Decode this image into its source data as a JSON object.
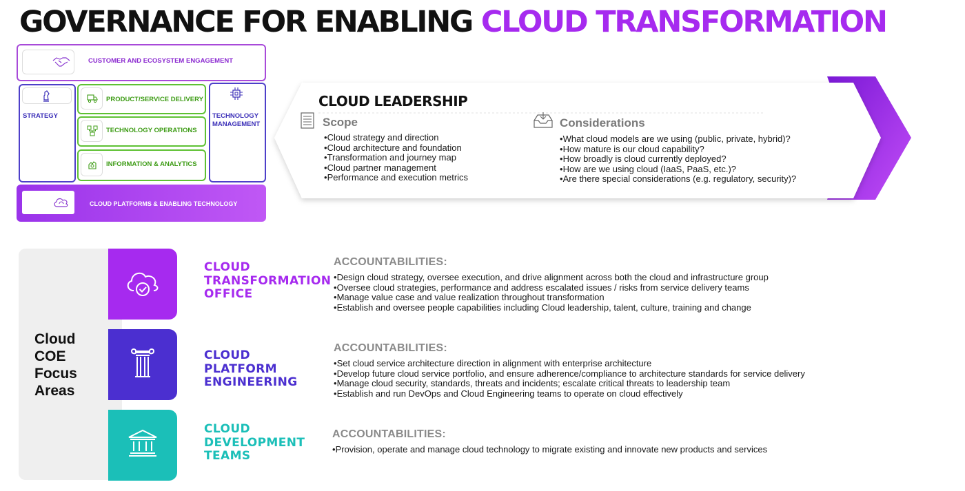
{
  "title": {
    "part1": "GOVERNANCE FOR ENABLING",
    "part2": "CLOUD TRANSFORMATION"
  },
  "framework": {
    "customer": "CUSTOMER AND ECOSYSTEM ENGAGEMENT",
    "strategy": "STRATEGY",
    "product": "PRODUCT/SERVICE DELIVERY",
    "techops": "TECHNOLOGY OPERATIONS",
    "info": "INFORMATION & ANALYTICS",
    "techmgmt_line1": "TECHNOLOGY",
    "techmgmt_line2": "MANAGEMENT",
    "platforms": "CLOUD PLATFORMS & ENABLING TECHNOLOGY"
  },
  "leadership": {
    "title": "CLOUD LEADERSHIP",
    "scope_head": "Scope",
    "scope": [
      "Cloud strategy and direction",
      "Cloud architecture and foundation",
      "Transformation and journey map",
      "Cloud partner management",
      "Performance and execution metrics"
    ],
    "considerations_head": "Considerations",
    "considerations": [
      "What cloud models are we using (public, private, hybrid)?",
      "How mature is our cloud capability?",
      "How broadly is cloud currently deployed?",
      "How are we using cloud (IaaS, PaaS, etc.)?",
      "Are there special considerations (e.g. regulatory, security)?"
    ]
  },
  "coe": {
    "label_lines": [
      "Cloud",
      "COE",
      "Focus",
      "Areas"
    ],
    "areas": [
      {
        "name_lines": [
          "CLOUD",
          "TRANSFORMATION",
          "OFFICE"
        ],
        "color": "#a62aef",
        "icon": "cloud-check-icon",
        "acc_head": "ACCOUNTABILITIES:",
        "items": [
          "Design cloud strategy, oversee execution, and drive alignment across both the cloud and infrastructure group",
          "Oversee cloud strategies, performance and address escalated issues / risks from service delivery teams",
          "Manage value case and value realization throughout transformation",
          "Establish and oversee people capabilities including Cloud leadership, talent, culture, training and change"
        ]
      },
      {
        "name_lines": [
          "CLOUD",
          "PLATFORM",
          "ENGINEERING"
        ],
        "color": "#4b2fd0",
        "icon": "pillar-icon",
        "acc_head": "ACCOUNTABILITIES:",
        "items": [
          "Set cloud service architecture direction in alignment with enterprise architecture",
          "Develop future cloud service portfolio, and ensure adherence/compliance to architecture standards for service delivery",
          "Manage cloud security, standards, threats and incidents; escalate critical threats to leadership team",
          "Establish and run DevOps and Cloud Engineering teams to operate on cloud effectively"
        ]
      },
      {
        "name_lines": [
          "CLOUD",
          "DEVELOPMENT",
          "TEAMS"
        ],
        "color": "#1bbfb8",
        "icon": "institution-icon",
        "acc_head": "ACCOUNTABILITIES:",
        "items": [
          "Provision, operate and manage cloud technology to migrate existing and innovate new products and services"
        ]
      }
    ]
  }
}
